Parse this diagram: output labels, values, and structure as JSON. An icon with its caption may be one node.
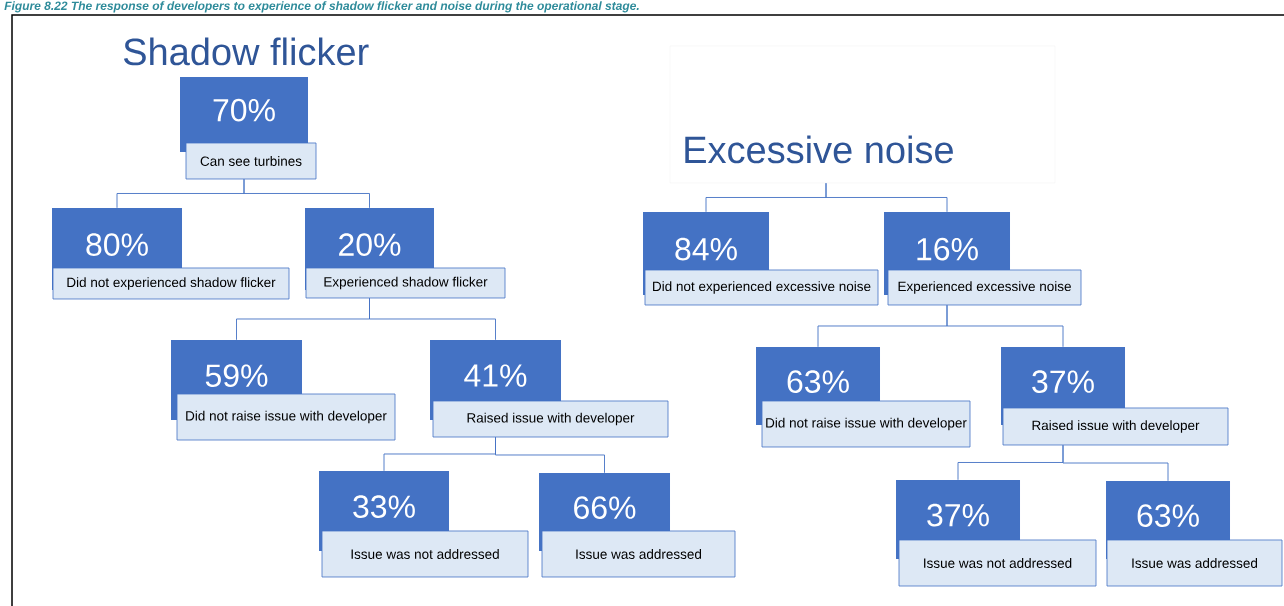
{
  "diagram": {
    "caption": "Figure 8.22 The response of developers to experience of shadow flicker and noise during the operational stage.",
    "nodes": [
      {
        "text": [
          "70%",
          "Can see turbines"
        ]
      },
      {
        "text": [
          "80%",
          "Did not experienced shadow flicker"
        ]
      },
      {
        "text": [
          "20%",
          "Experienced shadow flicker"
        ]
      },
      {
        "text": [
          "59%",
          "Did not raise issue with developer"
        ]
      },
      {
        "text": [
          "41%",
          "Raised issue with developer"
        ]
      },
      {
        "text": [
          "33%",
          "Issue was not addressed"
        ]
      },
      {
        "text": [
          "66%",
          "Issue was addressed"
        ]
      },
      {
        "text": [
          "Excessive noise"
        ]
      },
      {
        "text": [
          "84%",
          "Did not experienced excessive noise"
        ]
      },
      {
        "text": [
          "16%",
          "Experienced excessive noise"
        ]
      },
      {
        "text": [
          "63%",
          "Did not raise issue with developer"
        ]
      },
      {
        "text": [
          "37%",
          "Raised issue with developer"
        ]
      },
      {
        "text": [
          "37%",
          "Issue was not addressed"
        ]
      },
      {
        "text": [
          "63%",
          "Issue was addressed"
        ]
      }
    ],
    "edges": [
      {
        "from": 0,
        "to": 1,
        "arrow": "none"
      },
      {
        "from": 0,
        "to": 2,
        "arrow": "none"
      },
      {
        "from": 2,
        "to": 3,
        "arrow": "none"
      },
      {
        "from": 2,
        "to": 4,
        "arrow": "none"
      },
      {
        "from": 4,
        "to": 5,
        "arrow": "none"
      },
      {
        "from": 4,
        "to": 6,
        "arrow": "none"
      },
      {
        "from": 7,
        "to": 8,
        "arrow": "none"
      },
      {
        "from": 7,
        "to": 9,
        "arrow": "none"
      },
      {
        "from": 9,
        "to": 10,
        "arrow": "none"
      },
      {
        "from": 9,
        "to": 11,
        "arrow": "none"
      },
      {
        "from": 11,
        "to": 12,
        "arrow": "none"
      },
      {
        "from": 11,
        "to": 13,
        "arrow": "none"
      }
    ],
    "labels": [
      "Shadow flicker"
    ]
  }
}
